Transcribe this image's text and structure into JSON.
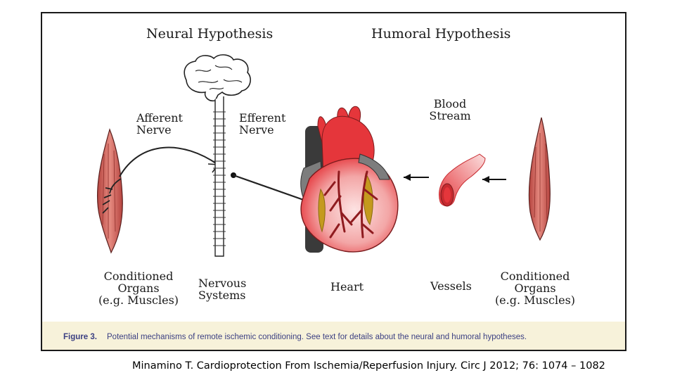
{
  "diagram": {
    "titles": {
      "neural": "Neural Hypothesis",
      "humoral": "Humoral Hypothesis"
    },
    "labels": {
      "afferent_nerve": "Afferent\nNerve",
      "efferent_nerve": "Efferent\nNerve",
      "blood_stream": "Blood\nStream",
      "conditioned_organs_left": "Conditioned\nOrgans\n(e.g. Muscles)",
      "nervous_systems": "Nervous\nSystems",
      "heart": "Heart",
      "vessels": "Vessels",
      "conditioned_organs_right": "Conditioned\nOrgans\n(e.g. Muscles)"
    },
    "caption": {
      "figure_number": "Figure 3.",
      "text": "Potential mechanisms of remote ischemic conditioning. See text for details about the neural and humoral hypotheses."
    }
  },
  "citation": "Minamino T. Cardioprotection From Ischemia/Reperfusion Injury. Circ J 2012; 76: 1074 – 1082",
  "colors": {
    "muscle": "#d9655e",
    "heart_red": "#e5363b",
    "vessel_gray": "#7d7d7d",
    "caption_band": "#f7f2da",
    "caption_text": "#3b3f82"
  },
  "icons": [
    "muscle-icon",
    "brain-icon",
    "spinal-cord-icon",
    "heart-icon",
    "blood-vessel-icon",
    "arrow-left-icon"
  ]
}
